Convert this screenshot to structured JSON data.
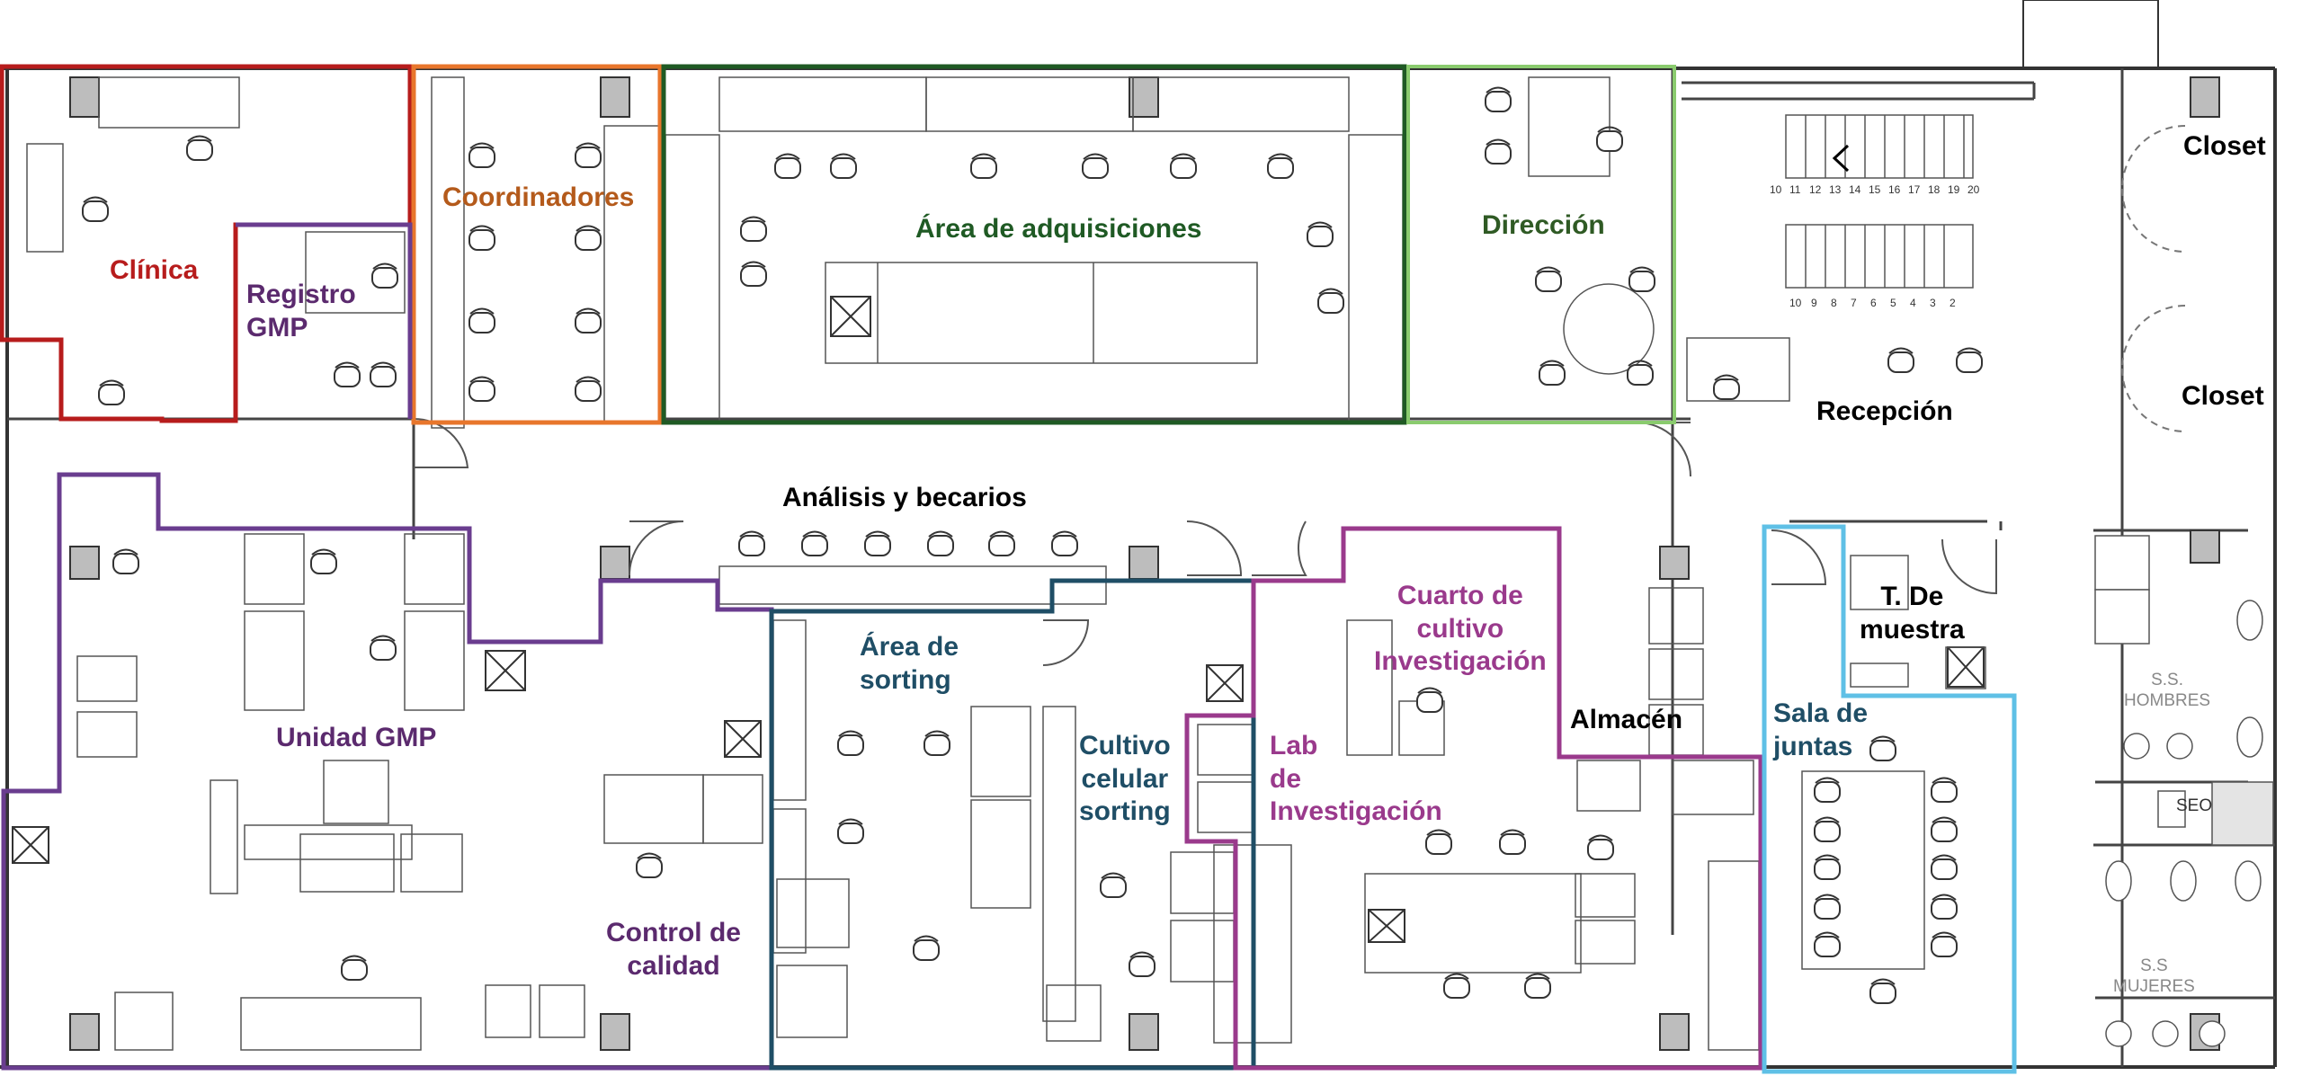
{
  "colors": {
    "clinica": "#b71c1c",
    "coordinadores": "#e8762c",
    "adquisiciones": "#1f5a24",
    "direccion": "#8acb6e",
    "gmp": "#6a3d8f",
    "sorting": "#1f4e66",
    "investigacion": "#9a3a8c",
    "juntas": "#5fc0e6",
    "black": "#000000",
    "wall": "#333333"
  },
  "rooms": {
    "clinica": "Clínica",
    "registro_line1": "Registro",
    "registro_line2": "GMP",
    "coordinadores": "Coordinadores",
    "adquisiciones": "Área de adquisiciones",
    "direccion": "Dirección",
    "closet_top": "Closet",
    "closet_mid": "Closet",
    "recepcion": "Recepción",
    "analisis": "Análisis y becarios",
    "unidad_gmp": "Unidad GMP",
    "control_line1": "Control de",
    "control_line2": "calidad",
    "area_sorting_line1": "Área de",
    "area_sorting_line2": "sorting",
    "cultivo_line1": "Cultivo",
    "cultivo_line2": "celular",
    "cultivo_line3": "sorting",
    "lab_line1": "Lab",
    "lab_line2": "de",
    "lab_line3": "Investigación",
    "cuarto_line1": "Cuarto de",
    "cuarto_line2": "cultivo",
    "cuarto_line3": "Investigación",
    "almacen": "Almacén",
    "muestra_line1": "T. De",
    "muestra_line2": "muestra",
    "sala_line1": "Sala de",
    "sala_line2": "juntas",
    "ss_hombres_line1": "S.S.",
    "ss_hombres_line2": "HOMBRES",
    "ss_mujeres_line1": "S.S",
    "ss_mujeres_line2": "MUJERES",
    "aseo": "SEO"
  },
  "stairs": {
    "upper": [
      "10",
      "11",
      "12",
      "13",
      "14",
      "15",
      "16",
      "17",
      "18",
      "19",
      "20"
    ],
    "lower": [
      "10",
      "9",
      "8",
      "7",
      "6",
      "5",
      "4",
      "3",
      "2"
    ]
  }
}
